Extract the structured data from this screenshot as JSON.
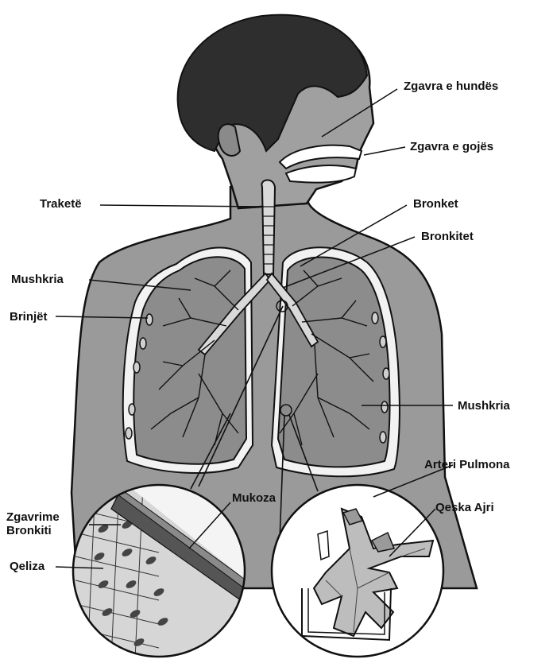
{
  "title": "",
  "labels": {
    "nasal_cavity": "Zgavra e hundës",
    "oral_cavity": "Zgavra e gojës",
    "trachea": "Traketë",
    "bronchi": "Bronket",
    "bronchioles": "Bronkitet",
    "lung_left": "Mushkria",
    "ribs": "Brinjët",
    "lung_right": "Mushkria",
    "pulmonary_artery": "Arteri Pulmona",
    "mucosa": "Mukoza",
    "bronchiole_cavities_line1": "Zgavrime",
    "bronchiole_cavities_line2": "Bronkiti",
    "cells": "Qeliza",
    "alveolus": "Qeska Ajri"
  },
  "colors": {
    "ink": "#111111",
    "body_fill": "#9a9a9a",
    "hair_fill": "#2e2e2e",
    "lung_fill": "#8c8c8c",
    "airway_fill": "#d9d9d9",
    "pleura_fill": "#f2f2f2",
    "tissue_fill": "#bdbdbd"
  }
}
